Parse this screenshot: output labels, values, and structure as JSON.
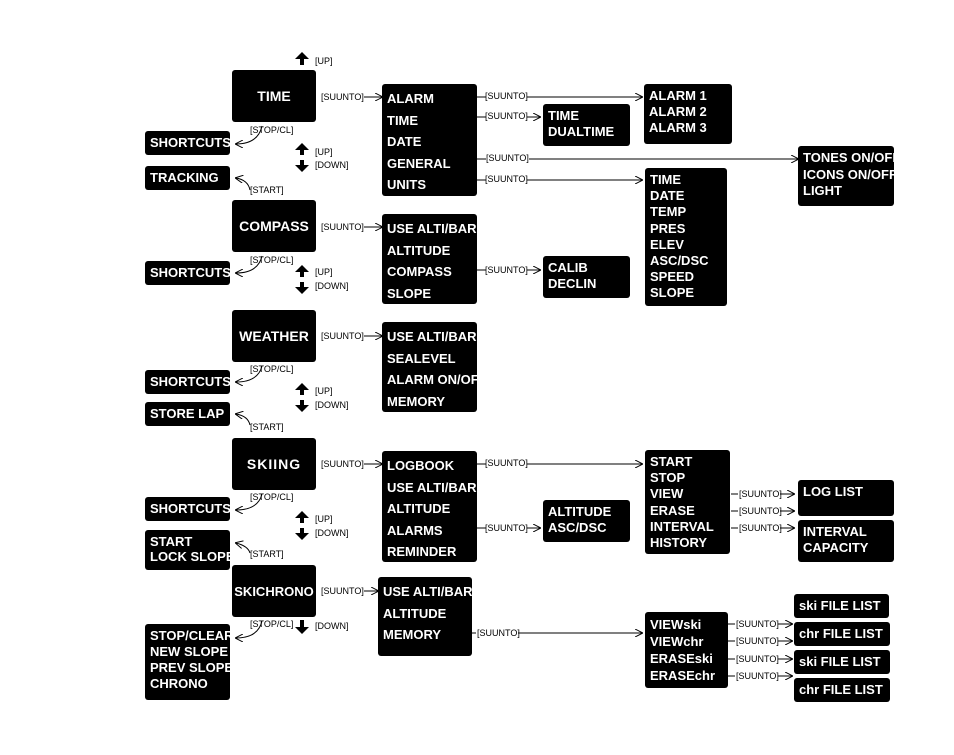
{
  "modes": {
    "time": "TIME",
    "compass": "COMPASS",
    "weather": "WEATHER",
    "skiing": "SKIING",
    "skichrono": "SKICHRONO"
  },
  "buttons": {
    "up": "[UP]",
    "down": "[DOWN]",
    "suunto": "[SUUNTO]",
    "stop_cl": "[STOP/CL]",
    "start": "[START]"
  },
  "side": {
    "shortcuts": "SHORTCUTS",
    "tracking": "TRACKING",
    "store_lap": "STORE LAP",
    "start_lock": [
      "START",
      "LOCK SLOPE"
    ],
    "stop_clear": [
      "STOP/CLEAR",
      "NEW SLOPE",
      "PREV SLOPE",
      "CHRONO"
    ]
  },
  "menus": {
    "time_menu": [
      "ALARM",
      "TIME",
      "DATE",
      "GENERAL",
      "UNITS"
    ],
    "alarms": [
      "ALARM 1",
      "ALARM  2",
      "ALARM 3"
    ],
    "time_sub": [
      "TIME",
      "DUALTIME"
    ],
    "general": [
      "TONES ON/OFF",
      "ICONS ON/OFF",
      "LIGHT"
    ],
    "units": [
      "TIME",
      "DATE",
      "TEMP",
      "PRES",
      "ELEV",
      "ASC/DSC",
      "SPEED",
      "SLOPE"
    ],
    "compass_menu": [
      "USE ALTI/BARO",
      "ALTITUDE",
      "COMPASS",
      "SLOPE"
    ],
    "compass_sub": [
      "CALIB",
      "DECLIN"
    ],
    "weather_menu": [
      "USE ALTI/BARO",
      "SEALEVEL",
      "ALARM ON/OFF",
      "MEMORY"
    ],
    "skiing_menu": [
      "LOGBOOK",
      "USE ALTI/BARO",
      "ALTITUDE",
      "ALARMS",
      "REMINDER"
    ],
    "alarms_sub": [
      "ALTITUDE",
      "ASC/DSC"
    ],
    "logbook": [
      "START",
      "STOP",
      "VIEW",
      "ERASE",
      "INTERVAL",
      "HISTORY"
    ],
    "log_list": [
      "LOG LIST"
    ],
    "interval_sub": [
      "INTERVAL",
      "CAPACITY"
    ],
    "chrono_menu": [
      "USE ALTI/BARO",
      "ALTITUDE",
      "MEMORY"
    ],
    "chrono_memory": [
      "VIEWski",
      "VIEWchr",
      "ERASEski",
      "ERASEchr"
    ],
    "ski_file_1": [
      "ski FILE LIST"
    ],
    "chr_file_1": [
      "chr FILE LIST"
    ],
    "ski_file_2": [
      "ski FILE LIST"
    ],
    "chr_file_2": [
      "chr FILE LIST"
    ]
  }
}
